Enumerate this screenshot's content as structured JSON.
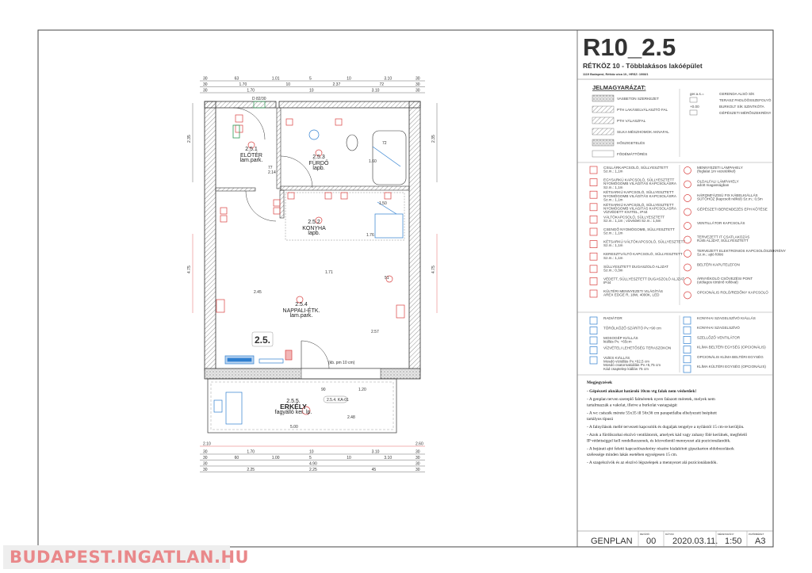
{
  "title_block": {
    "code": "R10_2.5",
    "project": "RÉTKÖZ 10  - Többlakásos lakóépület",
    "address": "1119 Budapest, Rétköz utca 10., HRSZ: 1008/1"
  },
  "legend": {
    "heading": "JELMAGYARÁZAT:",
    "materials": [
      "VASBETON SZERKEZET",
      "PTH LAKÁSELVÁLASZTÓ FAL",
      "PTH VÁLASZFAL",
      "SILKA MÉSZHOMOK AKNAFAL",
      "HŐSZIGETELÉS",
      "FÖDÉMÁTTÖRÉS"
    ],
    "markers": [
      {
        "code": "ger.a.s.=",
        "label": "GERENDA ALSÓ SÍK"
      },
      {
        "code": "",
        "label": "TERASZ PADLÓÖSSZEFOLYÓ"
      },
      {
        "code": "+0.00",
        "label": "BURKOLT SÍK SZINTKÓTA"
      },
      {
        "code": "",
        "label": "GÉPÉSZETI MÉRŐSZEKRÉNY"
      }
    ],
    "electric_left": [
      [
        "CSILLÁRKAPCSOLÓ, SÜLLYESZTETT",
        "Sz.m.: 1,1m"
      ],
      [
        "EGYSARKÚ KAPCSOLÓ, SÜLLYESZTETT",
        "NYOMÓGOMB VILÁGÍTÁS KAPCSOLÁSRA",
        "Sz.m.: 1,1m"
      ],
      [
        "KÉTSARKÚ KAPCSOLÓ, SÜLLYESZTETT",
        "NYOMÓGOMB VILÁGÍTÁS KAPCSOLÁSRA",
        "Sz.m.: 1,1m"
      ],
      [
        "KÉTSARKÚ KAPCSOLÓ, SÜLLYESZTETT",
        "NYOMÓGOMB VILÁGÍTÁS KAPCSOLÁSRA",
        "VÍZVÉDETT KIVITEL, IP44"
      ],
      [
        "VÁLTÓKAPCSOLÓ, SÜLLYESZTETT",
        "Sz.m.: 1,1m ; vízvédett Sz.m.: 1,5m"
      ],
      [
        "CSENGŐ NYOMÓGOMB, SÜLLYESZTETT",
        "Sz.m.: 1,1m"
      ],
      [
        "KÉTSARKÚ VÁLTÓKAPCSOLÓ, SÜLLYESZTETT",
        "Sz.m.: 1,1m"
      ],
      [
        "KERESZTVÁLTÓ KAPCSOLÓ, SÜLLYESZTETT",
        "Sz.m.: 1,1m"
      ],
      [
        "SÜLLYESZTETT DUGASZOLÓ ALJZAT",
        "Sz.m.: 0,3m"
      ],
      [
        "VÉDETT, SÜLLYESZTETT DUGASZOLÓ ALJZAT",
        "IP44"
      ],
      [
        "KÜLTÉRI MENNYEZETI VILÁGÍTÁS",
        "AREX EDGE R, 18W, 4000K, LED"
      ]
    ],
    "electric_right": [
      [
        "MENNYEZETI LÁMPAHELY",
        "(foglalat 1m vezetékkel)"
      ],
      [
        "OLDALFALI LÁMPAHELY",
        "adott magasságban"
      ],
      [
        "HÁROMFÁZISÚ FIX KÁBELKIÁLLÁS",
        "SÜTŐHÖZ (kapcsolt nélkül) Sz.m.: 0,5m"
      ],
      [
        "GÉPÉSZETI BERENDEZÉS EPH KÖTÉSE"
      ],
      [
        "VENTILLÁTOR KAPCSOLÁS"
      ],
      [
        "TERVEZETT IT CSATLAKOZÁS",
        "RJ45 ALJZAT, SÜLLYESZTETT"
      ],
      [
        "TERVEZETT ELEKTRONIOS KAPCSOLÓSZEKRÉNY",
        "Sz.m.: ajtó fölött"
      ],
      [
        "BELTÉRI KAPUTELEFON"
      ],
      [
        "ÁRNYÉKOLÓ CSÖVEZÉSI PONT",
        "(utólagos történő rollóval)"
      ],
      [
        "OPCIONÁLIS ROLÓ/REDŐNY KAPCSOLÓ"
      ]
    ],
    "mechanical_left": [
      [
        "RADIÁTOR"
      ],
      [
        "TÖRÖLKÖZŐ SZÁRÍTÓ Pv.+90 cm"
      ],
      [
        "MOSOGÉP KIÁLLÁS",
        "kiállás Pv. +65cm"
      ],
      [
        "VÍZVÉTELI LEHETŐSÉG TERASZOKON"
      ],
      [
        "VIZES KIÁLLÁS",
        "Mosdó víziállás Pv.+62,5 cm",
        "Mosdó csatornakiállás Pv.+5,75 cm",
        "Kád csaptelep kiállás 75 cm"
      ]
    ],
    "mechanical_right": [
      [
        "KONYHAI SZAGELSZÍVÓ KIÁLLÁS"
      ],
      [
        "KONYHAI SZAGELSZÍVÓ"
      ],
      [
        "SZELLŐZŐ VENTILÁTOR"
      ],
      [
        "KLÍMA BELTÉRI EGYSÉG (OPCIONÁLIS)"
      ],
      [
        "OPCIONÁLIS KLÍMA BELTÉRI EGYSÉG"
      ],
      [
        "KLÍMA KÜLTÉRI EGYSÉG (OPCIONÁLIS)"
      ]
    ]
  },
  "notes": {
    "heading": "Megjegyzések",
    "items": [
      "- Gépészeti aknákat határoló 10cm vtg falak nem véshetőek!",
      "- A genplan terven szereplő falméretek nyers falazott méretek, melyek nem",
      "tartalmazzák a vakolat, illetve a burkolat vastagságát",
      "- A wc csészék mérete 55x35 ill 56x36 cm parapetfalba elhelyezett beépített",
      "tartályos típusú",
      "- A falnyílások mellé tervezett kapcsolók és dugaljak tengelye a nyílástól 15 cm-re kerüljön.",
      "- Azok a fürdőszobai elszívó ventilátorok, amelyek kád vagy zuhany fölé kerülnek, megfelelő",
      "IP védettséggel kell rendelkezzenek, és közvetlenül mennyezet alá pozicionálandók.",
      "- A bejárati ajtó feletti kapcsolószekrény részére kialakított gipszkarton eldobozolások",
      "szélessége minden lakás esetében egységesen 15 cm.",
      "- A szagelszívók és az elszívó légszelepek a mennyezet alá pozicionálandók."
    ]
  },
  "sheet_info": {
    "name": "GENPLAN",
    "revision_label": "REVÍZIÓ",
    "revision": "00",
    "date_label": "DÁTUM",
    "date": "2020.03.11.",
    "scale_label": "MÉRETARÁNY",
    "scale": "1:50",
    "paper_label": "PAPÍRMÉRET",
    "paper": "A3"
  },
  "plan": {
    "rooms": [
      {
        "id": "2.5.1",
        "name": "ELŐTÉR",
        "floor": "lam.park."
      },
      {
        "id": "2.5.3",
        "name": "FÜRDŐ",
        "floor": "lapb."
      },
      {
        "id": "2.5.2",
        "name": "KONYHA",
        "floor": "lapb."
      },
      {
        "id": "2.5.4",
        "name": "NAPPALI-ÉTK.",
        "floor": "lam.park."
      },
      {
        "id": "2.5.5.",
        "name": "ERKÉLY",
        "floor": "fagyálló ker. lp."
      }
    ],
    "unit_label": "2.5.",
    "window_tag": "2.5.4. KA-01",
    "door_note": "(kb. pm 10 cm)",
    "meter_tag": "D 82/30",
    "dims_top": [
      [
        "30",
        "63",
        "1.01",
        "5",
        "10",
        "3.10",
        "30"
      ],
      [
        "30",
        "1.70",
        "10",
        "2.37",
        "72",
        "30"
      ],
      [
        "30",
        "1.70",
        "10",
        "3.10",
        "30"
      ]
    ],
    "dims_bottom_red": [
      "2.10",
      "2.60"
    ],
    "dims_bottom": [
      [
        "30",
        "1.70",
        "10",
        "3.10",
        "30"
      ],
      [
        "30",
        "60",
        "1.00",
        "5",
        "10",
        "3.10",
        "30"
      ],
      [
        "30",
        "4.90",
        "30"
      ],
      [
        "30",
        "2.25",
        "2.25",
        "45",
        "30"
      ]
    ],
    "dims_inner": [
      "2.45",
      "1.71",
      "2.57",
      "51",
      "1.76",
      "1.50",
      "1.60",
      "72",
      "2.48",
      "1.20",
      "90",
      "5.00",
      "77",
      "2.14"
    ],
    "dims_side": [
      "2.35",
      "4.75",
      "4.75",
      "2.35"
    ]
  },
  "watermark": "BUDAPEST.INGATLAN.HU",
  "colors": {
    "electric": "#d9403f",
    "mechanical": "#2f7fd0",
    "it": "#2e9a55",
    "wall_hatch": "#555555"
  }
}
